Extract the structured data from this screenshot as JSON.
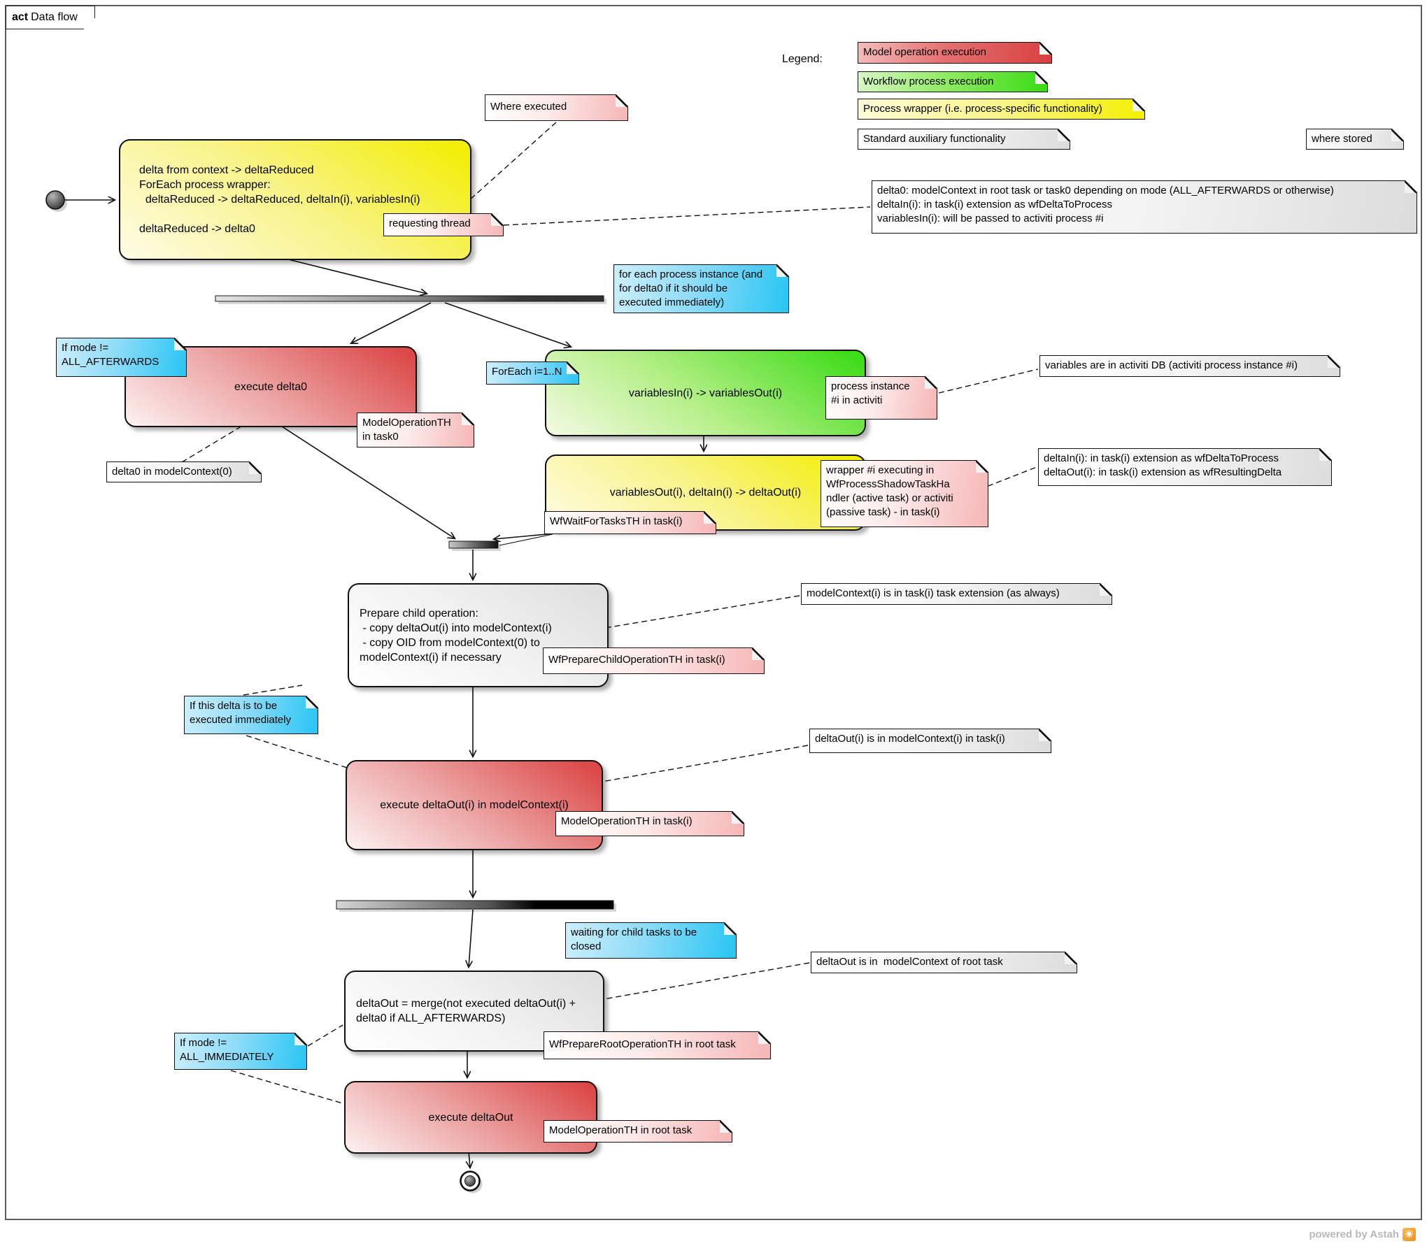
{
  "frame": {
    "keyword": "act",
    "title": "Data flow"
  },
  "legend": {
    "label": "Legend:",
    "items": [
      {
        "label": "Model operation execution",
        "color": "#d84040"
      },
      {
        "label": "Workflow process execution",
        "color": "#38dc14"
      },
      {
        "label": "Process wrapper (i.e. process-specific functionality)",
        "color": "#f4f000"
      },
      {
        "label": "Standard auxiliary functionality",
        "color": "#dcdcdc"
      }
    ],
    "where_stored": "where stored"
  },
  "palette": {
    "model_operation": "#dc4848",
    "workflow_process": "#3fdc1a",
    "process_wrapper": "#f3ee06",
    "auxiliary": "#dfdfdf",
    "condition_note": "#28c5f4",
    "thread_note": "#f6b6b6"
  },
  "actions": {
    "reduce": {
      "text": "delta from context -> deltaReduced\nForEach process wrapper:\n  deltaReduced -> deltaReduced, deltaIn(i), variablesIn(i)\n\ndeltaReduced -> delta0"
    },
    "execute_delta0": {
      "text": "execute delta0"
    },
    "variables": {
      "text": "variablesIn(i) -> variablesOut(i)"
    },
    "delta_out": {
      "text": "variablesOut(i), deltaIn(i) -> deltaOut(i)"
    },
    "prepare_child": {
      "text": "Prepare child operation:\n - copy deltaOut(i) into modelContext(i)\n - copy OID from modelContext(0) to\nmodelContext(i) if necessary"
    },
    "execute_delta_out_i": {
      "text": "execute deltaOut(i) in modelContext(i)"
    },
    "merge": {
      "text": "deltaOut = merge(not executed deltaOut(i) +\ndelta0 if ALL_AFTERWARDS)"
    },
    "execute_delta_out": {
      "text": "execute deltaOut"
    }
  },
  "notes": {
    "where_executed": "Where executed",
    "requesting_thread": "requesting thread",
    "storage_overview": "delta0: modelContext in root task or task0 depending on mode (ALL_AFTERWARDS or otherwise)\ndeltaIn(i): in task(i) extension as wfDeltaToProcess\nvariablesIn(i): will be passed to activiti process #i",
    "for_each_instance": "for each process instance (and\nfor delta0 if it should be\nexecuted immediately)",
    "if_mode_not_all_afterwards": "If mode !=\nALL_AFTERWARDS",
    "foreach_i": "ForEach i=1..N",
    "model_operation_task0": "ModelOperationTH\nin task0",
    "delta0_in_model_context0": "delta0 in modelContext(0)",
    "process_instance_activiti": "process instance\n#i in activiti",
    "variables_in_activiti_db": "variables are in activiti DB (activiti process instance #i)",
    "wrapper_executing": "wrapper #i executing in\nWfProcessShadowTaskHa\nndler (active task) or activiti\n(passive task) - in task(i)",
    "delta_in_out_storage": "deltaIn(i): in task(i) extension as wfDeltaToProcess\ndeltaOut(i): in task(i) extension as wfResultingDelta",
    "wf_wait_for_tasks": "WfWaitForTasksTH in task(i)",
    "wf_prepare_child": "WfPrepareChildOperationTH in task(i)",
    "model_context_extension": "modelContext(i) is in task(i) task extension (as always)",
    "if_delta_immediate": "If this delta is to be\nexecuted immediately",
    "model_operation_taski": "ModelOperationTH in task(i)",
    "delta_out_i_storage": "deltaOut(i) is in modelContext(i) in task(i)",
    "waiting_children": "waiting for child tasks to be\nclosed",
    "delta_out_root_storage": "deltaOut is in  modelContext of root task",
    "if_mode_not_all_immediately": "If mode !=\nALL_IMMEDIATELY",
    "wf_prepare_root": "WfPrepareRootOperationTH in root task",
    "model_operation_root": "ModelOperationTH in root task"
  },
  "footer": {
    "powered_by": "powered by Astah"
  }
}
